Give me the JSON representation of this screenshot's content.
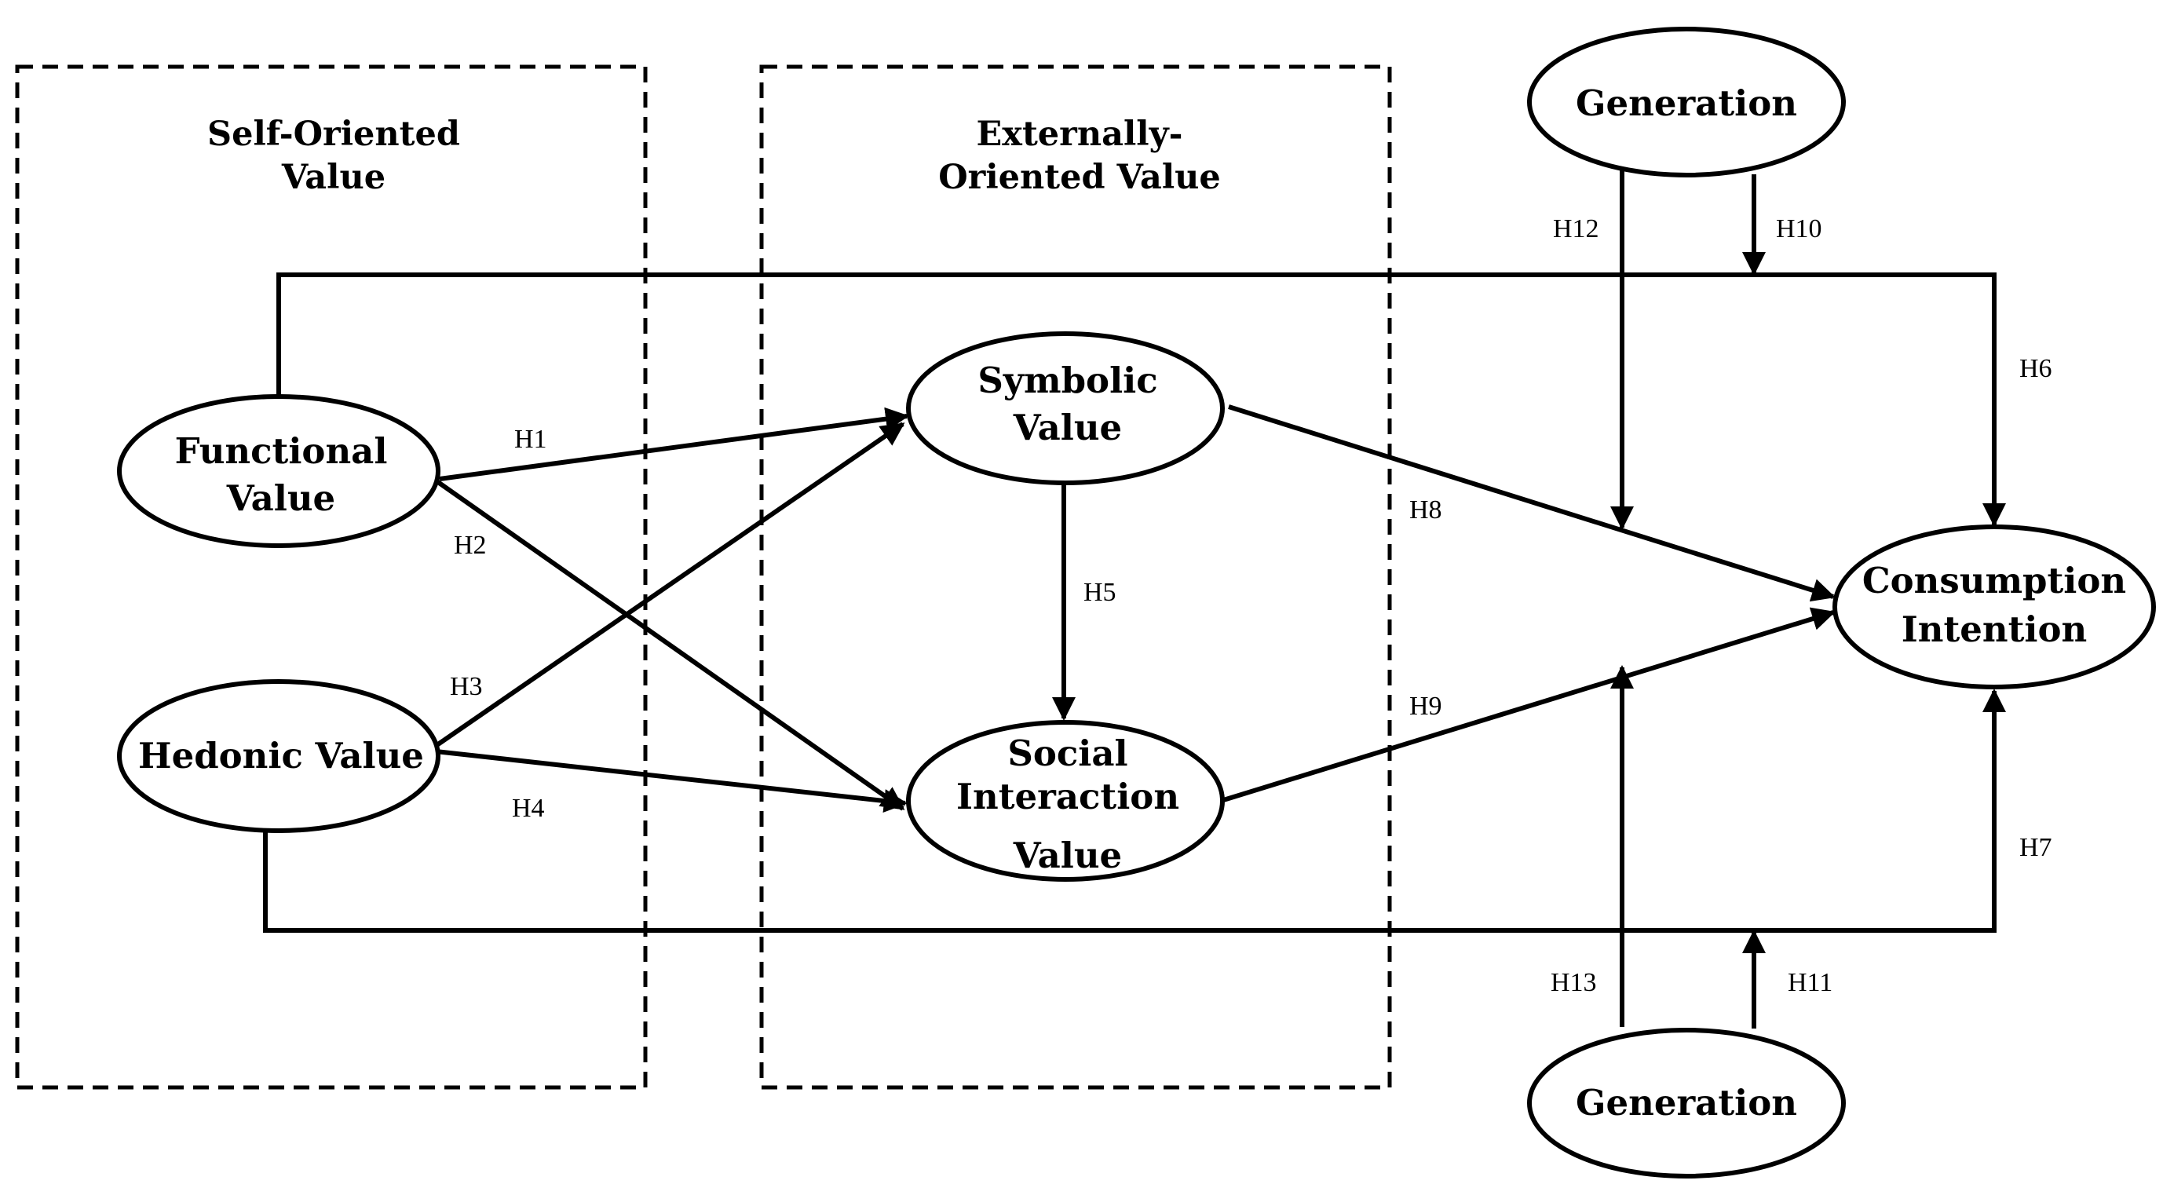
{
  "groups": {
    "self_oriented": {
      "line1": "Self-Oriented",
      "line2": "Value"
    },
    "externally_oriented": {
      "line1": "Externally-",
      "line2": "Oriented Value"
    }
  },
  "nodes": {
    "functional": {
      "line1": "Functional",
      "line2": "Value"
    },
    "hedonic": {
      "line1": "Hedonic Value"
    },
    "symbolic": {
      "line1": "Symbolic",
      "line2": "Value"
    },
    "social": {
      "line1": "Social",
      "line2": "Interaction",
      "line3": "Value"
    },
    "consumption": {
      "line1": "Consumption",
      "line2": "Intention"
    },
    "generation_top": {
      "line1": "Generation"
    },
    "generation_bottom": {
      "line1": "Generation"
    }
  },
  "hypotheses": {
    "h1": "H1",
    "h2": "H2",
    "h3": "H3",
    "h4": "H4",
    "h5": "H5",
    "h6": "H6",
    "h7": "H7",
    "h8": "H8",
    "h9": "H9",
    "h10": "H10",
    "h11": "H11",
    "h12": "H12",
    "h13": "H13"
  },
  "colors": {
    "stroke": "#000000",
    "background": "#ffffff"
  }
}
